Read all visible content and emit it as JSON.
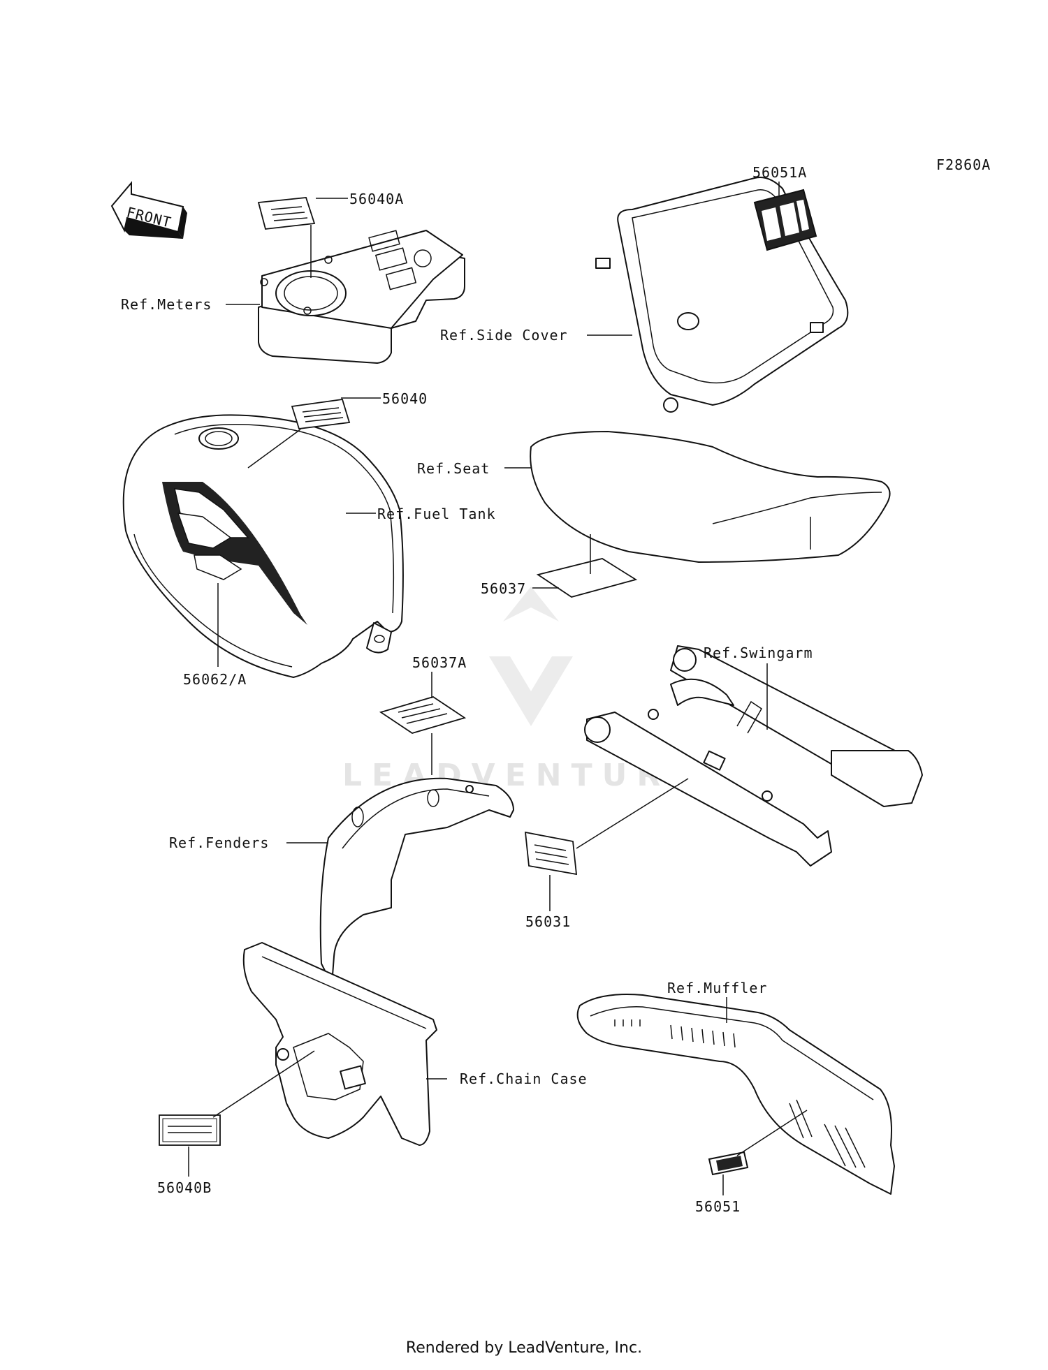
{
  "figure_code": "F2860A",
  "front_marker": "FRONT",
  "watermark": "LEADVENTURE",
  "footer": "Rendered by LeadVenture, Inc.",
  "labels": {
    "p56040A": "56040A",
    "ref_meters": "Ref.Meters",
    "p56051A": "56051A",
    "ref_side_cover": "Ref.Side Cover",
    "p56040": "56040",
    "ref_fuel_tank": "Ref.Fuel Tank",
    "ref_seat": "Ref.Seat",
    "p56037": "56037",
    "p56062A": "56062/A",
    "p56037A": "56037A",
    "ref_swingarm": "Ref.Swingarm",
    "ref_fenders": "Ref.Fenders",
    "p56031": "56031",
    "ref_muffler": "Ref.Muffler",
    "ref_chain_case": "Ref.Chain Case",
    "p56040B": "56040B",
    "p56051": "56051"
  }
}
